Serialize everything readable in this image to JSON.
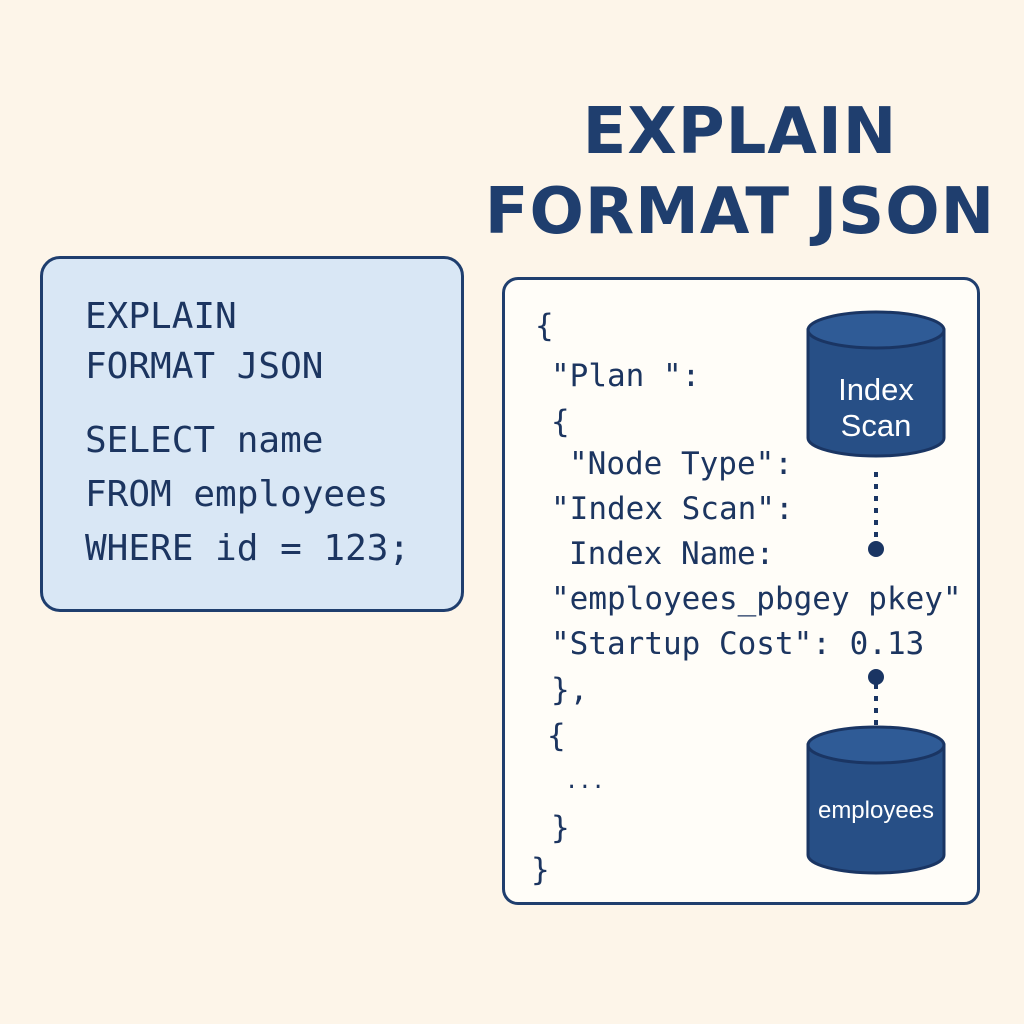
{
  "title": {
    "line1": "EXPLAIN",
    "line2": "FORMAT JSON"
  },
  "query": {
    "lines": [
      "EXPLAIN",
      "FORMAT JSON",
      "SELECT name",
      "FROM employees",
      "WHERE id = 123;"
    ]
  },
  "json_output": {
    "lines": [
      "{",
      "\"Plan \":",
      "{",
      "\"Node Type\":",
      "\"Index Scan\":",
      "Index Name:",
      "\"employees_pbgey pkey\"",
      "\"Startup Cost\": 0.13",
      "},",
      "{",
      "...",
      "}",
      "}"
    ]
  },
  "diagram": {
    "node_top": {
      "line1": "Index",
      "line2": "Scan"
    },
    "node_bottom": {
      "label": "employees"
    },
    "colors": {
      "cylinder_fill": "#274f86",
      "cylinder_stroke": "#1a3563",
      "connector": "#1a3563"
    }
  }
}
